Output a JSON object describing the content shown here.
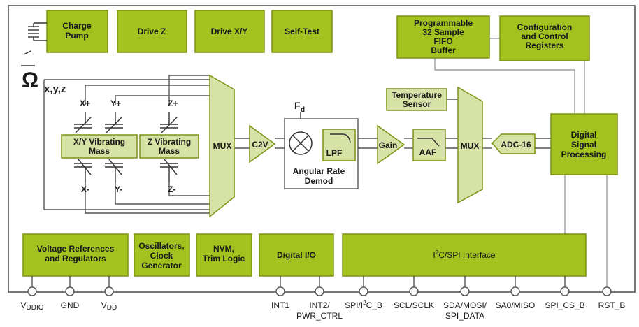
{
  "blocks": {
    "charge_pump": [
      "Charge",
      "Pump"
    ],
    "drive_z": "Drive Z",
    "drive_xy": "Drive X/Y",
    "self_test": "Self-Test",
    "fifo": [
      "Programmable",
      "32 Sample",
      "FIFO",
      "Buffer"
    ],
    "config": [
      "Configuration",
      "and Control",
      "Registers"
    ],
    "xy_mass": [
      "X/Y Vibrating",
      "Mass"
    ],
    "z_mass": [
      "Z Vibrating",
      "Mass"
    ],
    "mux1": "MUX",
    "c2v": "C2V",
    "lpf": "LPF",
    "demod": [
      "Angular Rate",
      "Demod"
    ],
    "gain": "Gain",
    "aaf": "AAF",
    "temp": [
      "Temperature",
      "Sensor"
    ],
    "mux2": "MUX",
    "adc": "ADC-16",
    "dsp": [
      "Digital",
      "Signal",
      "Processing"
    ],
    "vref": [
      "Voltage References",
      "and Regulators"
    ],
    "osc": [
      "Oscillators,",
      "Clock",
      "Generator"
    ],
    "nvm": [
      "NVM,",
      "Trim Logic"
    ],
    "dio": "Digital I/O",
    "spi_main": "I",
    "spi_sup": "2",
    "spi_rest": "C/SPI Interface"
  },
  "rate_symbol": {
    "omega": "Ω",
    "sub": "x,y,z"
  },
  "fd": {
    "main": "F",
    "sub": "d"
  },
  "axes": {
    "xp": "X+",
    "xm": "X-",
    "yp": "Y+",
    "ym": "Y-",
    "zp": "Z+",
    "zm": "Z-"
  },
  "pins": {
    "vddio_main": "V",
    "vddio_sub": "DDIO",
    "gnd": "GND",
    "vdd_main": "V",
    "vdd_sub": "DD",
    "int1": "INT1",
    "int2": [
      "INT2/",
      "PWR_CTRL"
    ],
    "spi_i2c_pre": "SPI/I",
    "spi_i2c_sup": "2",
    "spi_i2c_post": "C_B",
    "scl": "SCL/SCLK",
    "sda": [
      "SDA/MOSI/",
      "SPI_DATA"
    ],
    "sa0": "SA0/MISO",
    "spi_cs": "SPI_CS_B",
    "rst": "RST_B"
  },
  "colors": {
    "block_fill": "#a3c11f",
    "light_fill": "#d6e2a6",
    "line": "#555555"
  }
}
